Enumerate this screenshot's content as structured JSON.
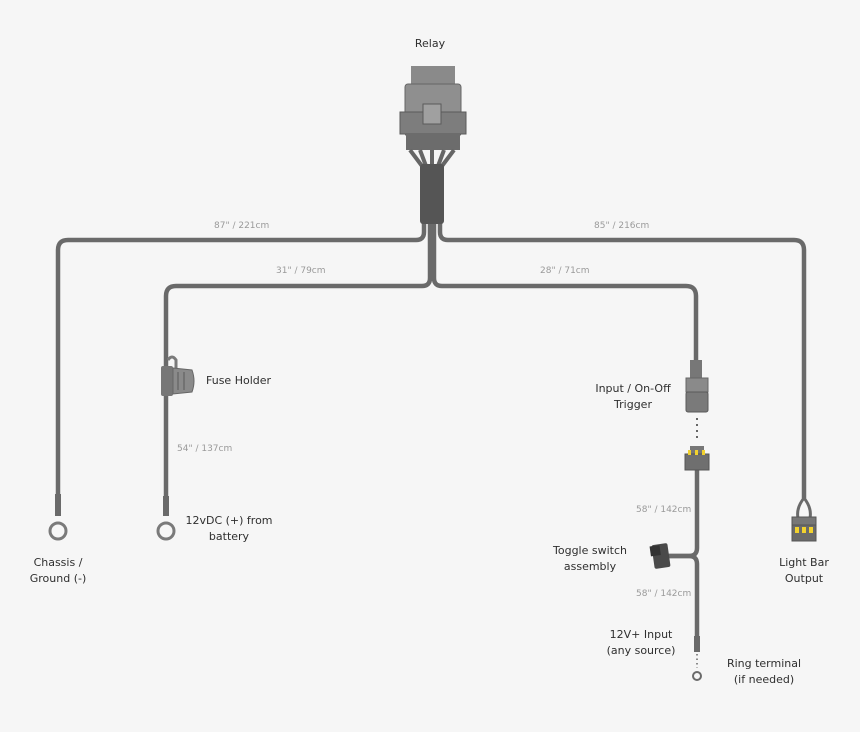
{
  "labels": {
    "relay": "Relay",
    "fuse_holder": "Fuse Holder",
    "chassis_ground": "Chassis /\nGround (-)",
    "battery": "12vDC (+) from\nbattery",
    "input_trigger": "Input / On-Off\nTrigger",
    "toggle_switch": "Toggle switch\nassembly",
    "light_bar_output": "Light Bar\nOutput",
    "twelve_v_input": "12V+ Input\n(any source)",
    "ring_terminal": "Ring terminal\n(if needed)"
  },
  "lengths": {
    "ground": "87\" / 221cm",
    "light_bar": "85\" / 216cm",
    "battery": "31\" / 79cm",
    "trigger": "28\" / 71cm",
    "fuse_to_battery": "54\" / 137cm",
    "trigger_to_switch": "58\" / 142cm",
    "switch_to_input": "58\" / 142cm"
  },
  "colors": {
    "background": "#f6f6f6",
    "wire": "#6a6a6a",
    "component": "#8a8a8a",
    "component_dark": "#555555",
    "connector_accent": "#f2d22e"
  },
  "icons": {
    "relay": "relay-icon",
    "fuse_holder": "fuse-holder-icon",
    "ring_terminal": "ring-terminal-icon",
    "connector": "connector-plug-icon",
    "toggle": "toggle-switch-icon"
  }
}
